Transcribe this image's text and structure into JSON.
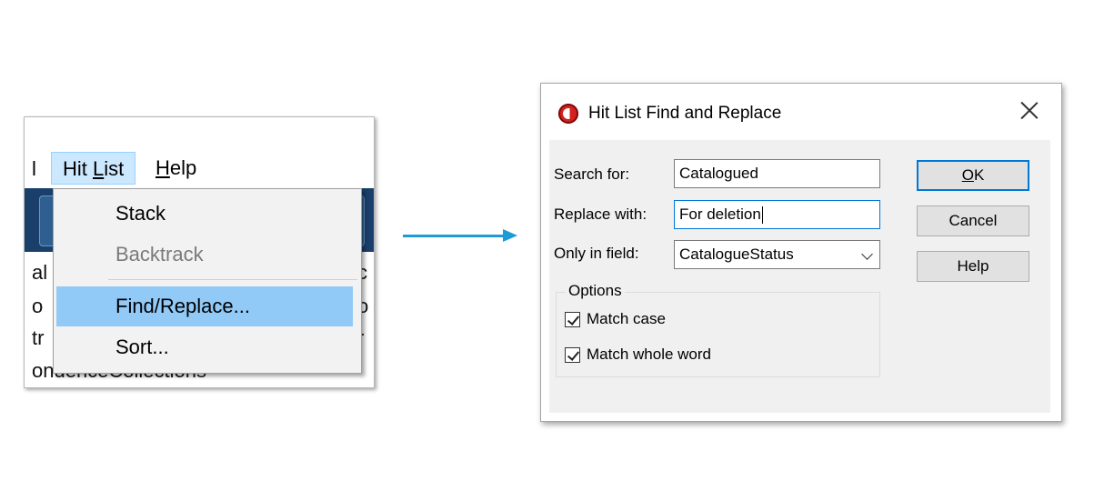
{
  "menu": {
    "bar_fragment": "l",
    "hit_list_label": "Hit List",
    "help_label": "Help",
    "items": [
      "Stack",
      "Backtrack",
      "Find/Replace...",
      "Sort..."
    ],
    "background_fragments": [
      "al",
      "c",
      "o",
      "o",
      "tr",
      "r",
      "ondenceCollections"
    ]
  },
  "dialog": {
    "title": "Hit List Find and Replace",
    "search_label": "Search for:",
    "search_value": "Catalogued",
    "replace_label": "Replace with:",
    "replace_value": "For deletion",
    "field_label": "Only in field:",
    "field_value": "CatalogueStatus",
    "options_label": "Options",
    "match_case_label": "Match case",
    "match_case_checked": true,
    "match_whole_word_label": "Match whole word",
    "match_whole_word_checked": true,
    "ok_label": "OK",
    "cancel_label": "Cancel",
    "help_label": "Help"
  },
  "colors": {
    "accent": "#0078d7",
    "arrow": "#1e9ad6",
    "menu_highlight": "#91c9f7",
    "hover_menu": "#cce8ff"
  }
}
